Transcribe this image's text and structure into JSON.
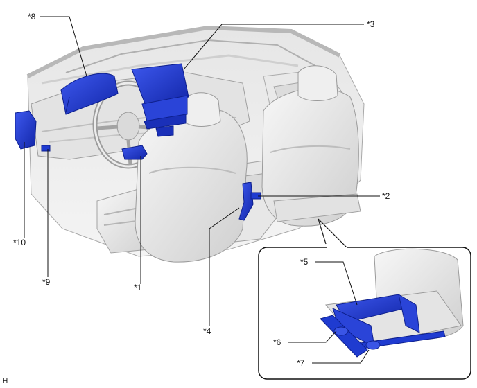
{
  "callouts": {
    "c1": "*1",
    "c2": "*2",
    "c3": "*3",
    "c4": "*4",
    "c5": "*5",
    "c6": "*6",
    "c7": "*7",
    "c8": "*8",
    "c9": "*9",
    "c10": "*10"
  },
  "figure_code": "H",
  "colors": {
    "component_blue": "#1f3bd0",
    "component_dark": "#0d1f8c",
    "interior_light": "#eeeeee",
    "interior_shade": "#c9c9c9",
    "outline": "#9a9a9a",
    "leader_line": "#111111"
  }
}
